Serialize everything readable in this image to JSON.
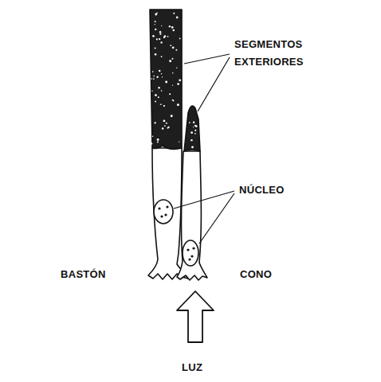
{
  "diagram": {
    "labels": [
      "SEGMENTOS EXTERIORES",
      "NÚCLEO",
      "BASTÓN",
      "CONO",
      "LUZ"
    ]
  }
}
